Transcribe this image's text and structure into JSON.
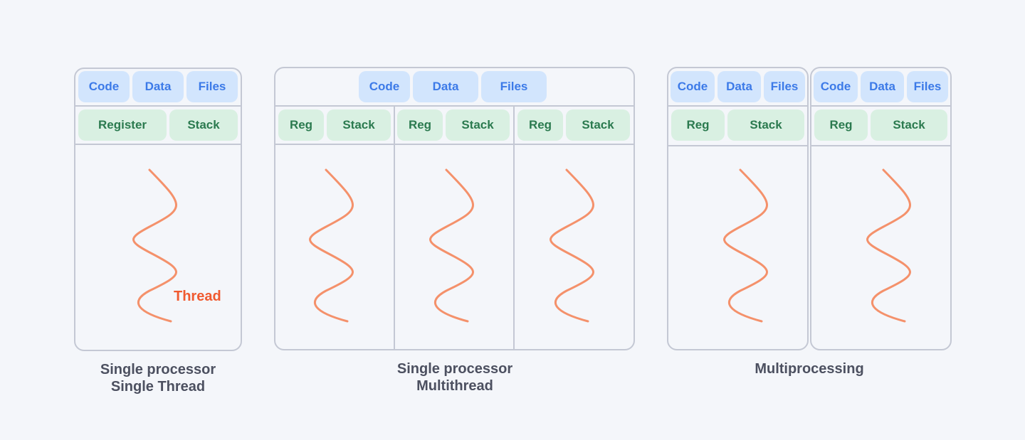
{
  "colors": {
    "background": "#f4f6fa",
    "border": "#c4c8d4",
    "shared_fill": "#d2e5fd",
    "shared_text": "#3c7ae8",
    "private_fill": "#d9f0e2",
    "private_text": "#2b7a4f",
    "thread_line": "#f4916b",
    "thread_label": "#f05a30",
    "caption": "#4c5060"
  },
  "single_thread": {
    "shared": [
      "Code",
      "Data",
      "Files"
    ],
    "private": [
      "Register",
      "Stack"
    ],
    "thread_label": "Thread",
    "caption_line1": "Single processor",
    "caption_line2": "Single Thread"
  },
  "multithread": {
    "shared": [
      "Code",
      "Data",
      "Files"
    ],
    "threads": [
      {
        "private": [
          "Reg",
          "Stack"
        ]
      },
      {
        "private": [
          "Reg",
          "Stack"
        ]
      },
      {
        "private": [
          "Reg",
          "Stack"
        ]
      }
    ],
    "caption_line1": "Single processor",
    "caption_line2": "Multithread"
  },
  "multiprocessing": {
    "processes": [
      {
        "shared": [
          "Code",
          "Data",
          "Files"
        ],
        "private": [
          "Reg",
          "Stack"
        ]
      },
      {
        "shared": [
          "Code",
          "Data",
          "Files"
        ],
        "private": [
          "Reg",
          "Stack"
        ]
      }
    ],
    "caption": "Multiprocessing"
  }
}
